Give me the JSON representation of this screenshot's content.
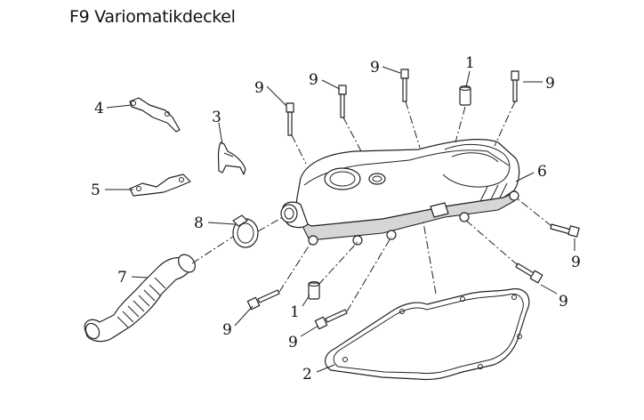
{
  "title": "F9 Variomatikdeckel",
  "labels": {
    "l1a": "1",
    "l1b": "1",
    "l2": "2",
    "l3": "3",
    "l4": "4",
    "l5": "5",
    "l6": "6",
    "l7": "7",
    "l8": "8",
    "l9a": "9",
    "l9b": "9",
    "l9c": "9",
    "l9d": "9",
    "l9e": "9",
    "l9f": "9",
    "l9g": "9",
    "l9h": "9"
  }
}
